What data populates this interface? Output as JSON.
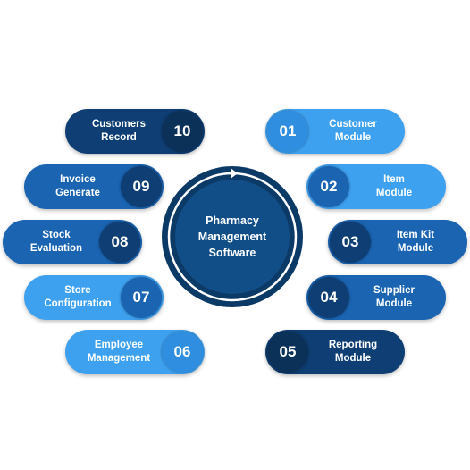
{
  "center": {
    "title": "Pharmacy\nManagement\nSoftware"
  },
  "colors": {
    "dark_navy": "#0e3e73",
    "medium_blue": "#1a64b2",
    "light_blue": "#3ea1f0",
    "center_dark": "#0b3863"
  },
  "modules": [
    {
      "num": "01",
      "label": "Customer\nModule"
    },
    {
      "num": "02",
      "label": "Item\nModule"
    },
    {
      "num": "03",
      "label": "Item Kit\nModule"
    },
    {
      "num": "04",
      "label": "Supplier\nModule"
    },
    {
      "num": "05",
      "label": "Reporting\nModule"
    },
    {
      "num": "06",
      "label": "Employee\nManagement"
    },
    {
      "num": "07",
      "label": "Store\nConfiguration"
    },
    {
      "num": "08",
      "label": "Stock\nEvaluation"
    },
    {
      "num": "09",
      "label": "Invoice\nGenerate"
    },
    {
      "num": "10",
      "label": "Customers\nRecord"
    }
  ]
}
